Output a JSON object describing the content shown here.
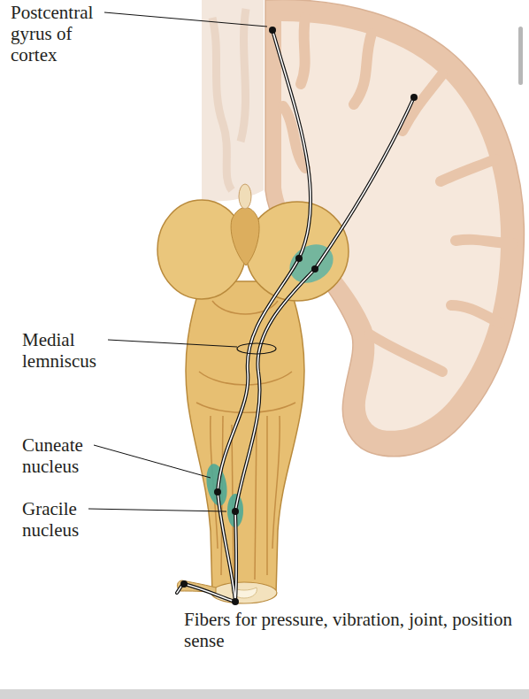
{
  "diagram": {
    "labels": [
      "Postcentral gyrus of cortex",
      "Medial lemniscus",
      "Cuneate nucleus",
      "Gracile nucleus",
      "Fibers for pressure, vibration, joint, position sense"
    ]
  }
}
